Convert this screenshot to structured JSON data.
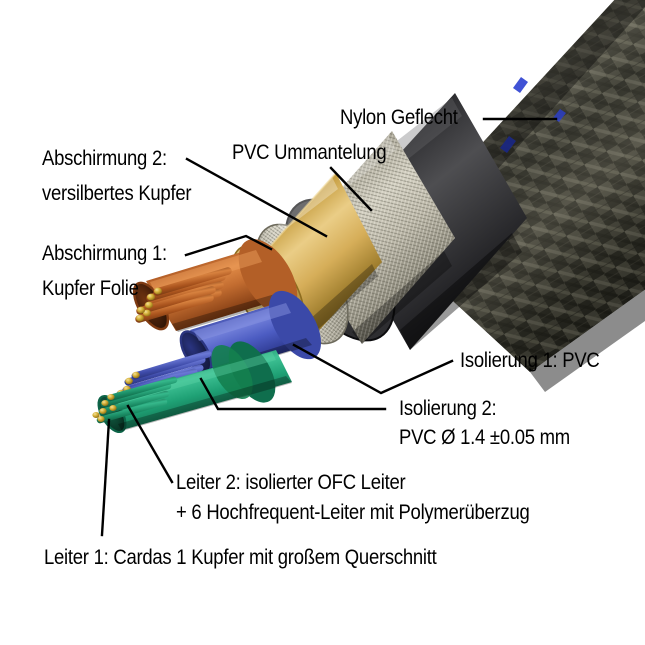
{
  "figure": {
    "kind": "cable-cutaway-diagram",
    "language": "de",
    "subject": "Koaxiales Audiokabel - Aufbau / Schichten",
    "background_color": "#ffffff",
    "leader_line_color": "#000000"
  },
  "labels": {
    "nylon_braid": "Nylon Geflecht",
    "pvc_jacket": "PVC Ummantelung",
    "shield2_line1": "Abschirmung 2:",
    "shield2_line2": "versilbertes Kupfer",
    "shield1_line1": "Abschirmung 1:",
    "shield1_line2": "Kupfer Folie",
    "insulation1": "Isolierung 1: PVC",
    "insulation2_line1": "Isolierung 2:",
    "insulation2_line2": "PVC Ø 1.4 ±0.05 mm",
    "conductor2_line1": "Leiter 2: isolierter OFC Leiter",
    "conductor2_line2": "+ 6 Hochfrequent-Leiter mit Polymerüberzug",
    "conductor1": "Leiter 1: Cardas 1 Kupfer mit großem Querschnitt"
  },
  "layers": [
    {
      "name": "nylon-braid",
      "label_key": "nylon_braid",
      "color": "#2b2b28",
      "accent_color": "#2b3fd0"
    },
    {
      "name": "pvc-jacket",
      "label_key": "pvc_jacket",
      "color": "#3a3a3c"
    },
    {
      "name": "shield-2-silvered-copper",
      "label_key": "shield2_line1",
      "color": "#bcb8a8"
    },
    {
      "name": "shield-1-copper-foil",
      "label_key": "shield1_line1",
      "color": "#d4aa55"
    },
    {
      "name": "insulation-1-pvc",
      "label_key": "insulation1",
      "color": "#c06a30"
    },
    {
      "name": "insulation-2-pvc",
      "label_key": "insulation2_line1",
      "color": "#4a5bc0"
    },
    {
      "name": "conductor-2-ofc",
      "label_key": "conductor2_line1",
      "color": "#1e9e72"
    },
    {
      "name": "conductor-1-cardas-copper",
      "label_key": "conductor1",
      "color": "#b4641f"
    }
  ],
  "colors": {
    "copper": "#c06a30",
    "copper_dark": "#8a4418",
    "blue": "#4a5bc0",
    "blue_dark": "#2f3d96",
    "green": "#1e9e72",
    "green_dark": "#14704f",
    "gold_foil": "#d4aa55",
    "silver_braid": "#bcb8a8",
    "pvc_black": "#3a3a3c",
    "nylon_black": "#2b2b28",
    "nylon_blue_thread": "#2b3fd0",
    "conductor_tip_gold": "#d8b43c"
  }
}
